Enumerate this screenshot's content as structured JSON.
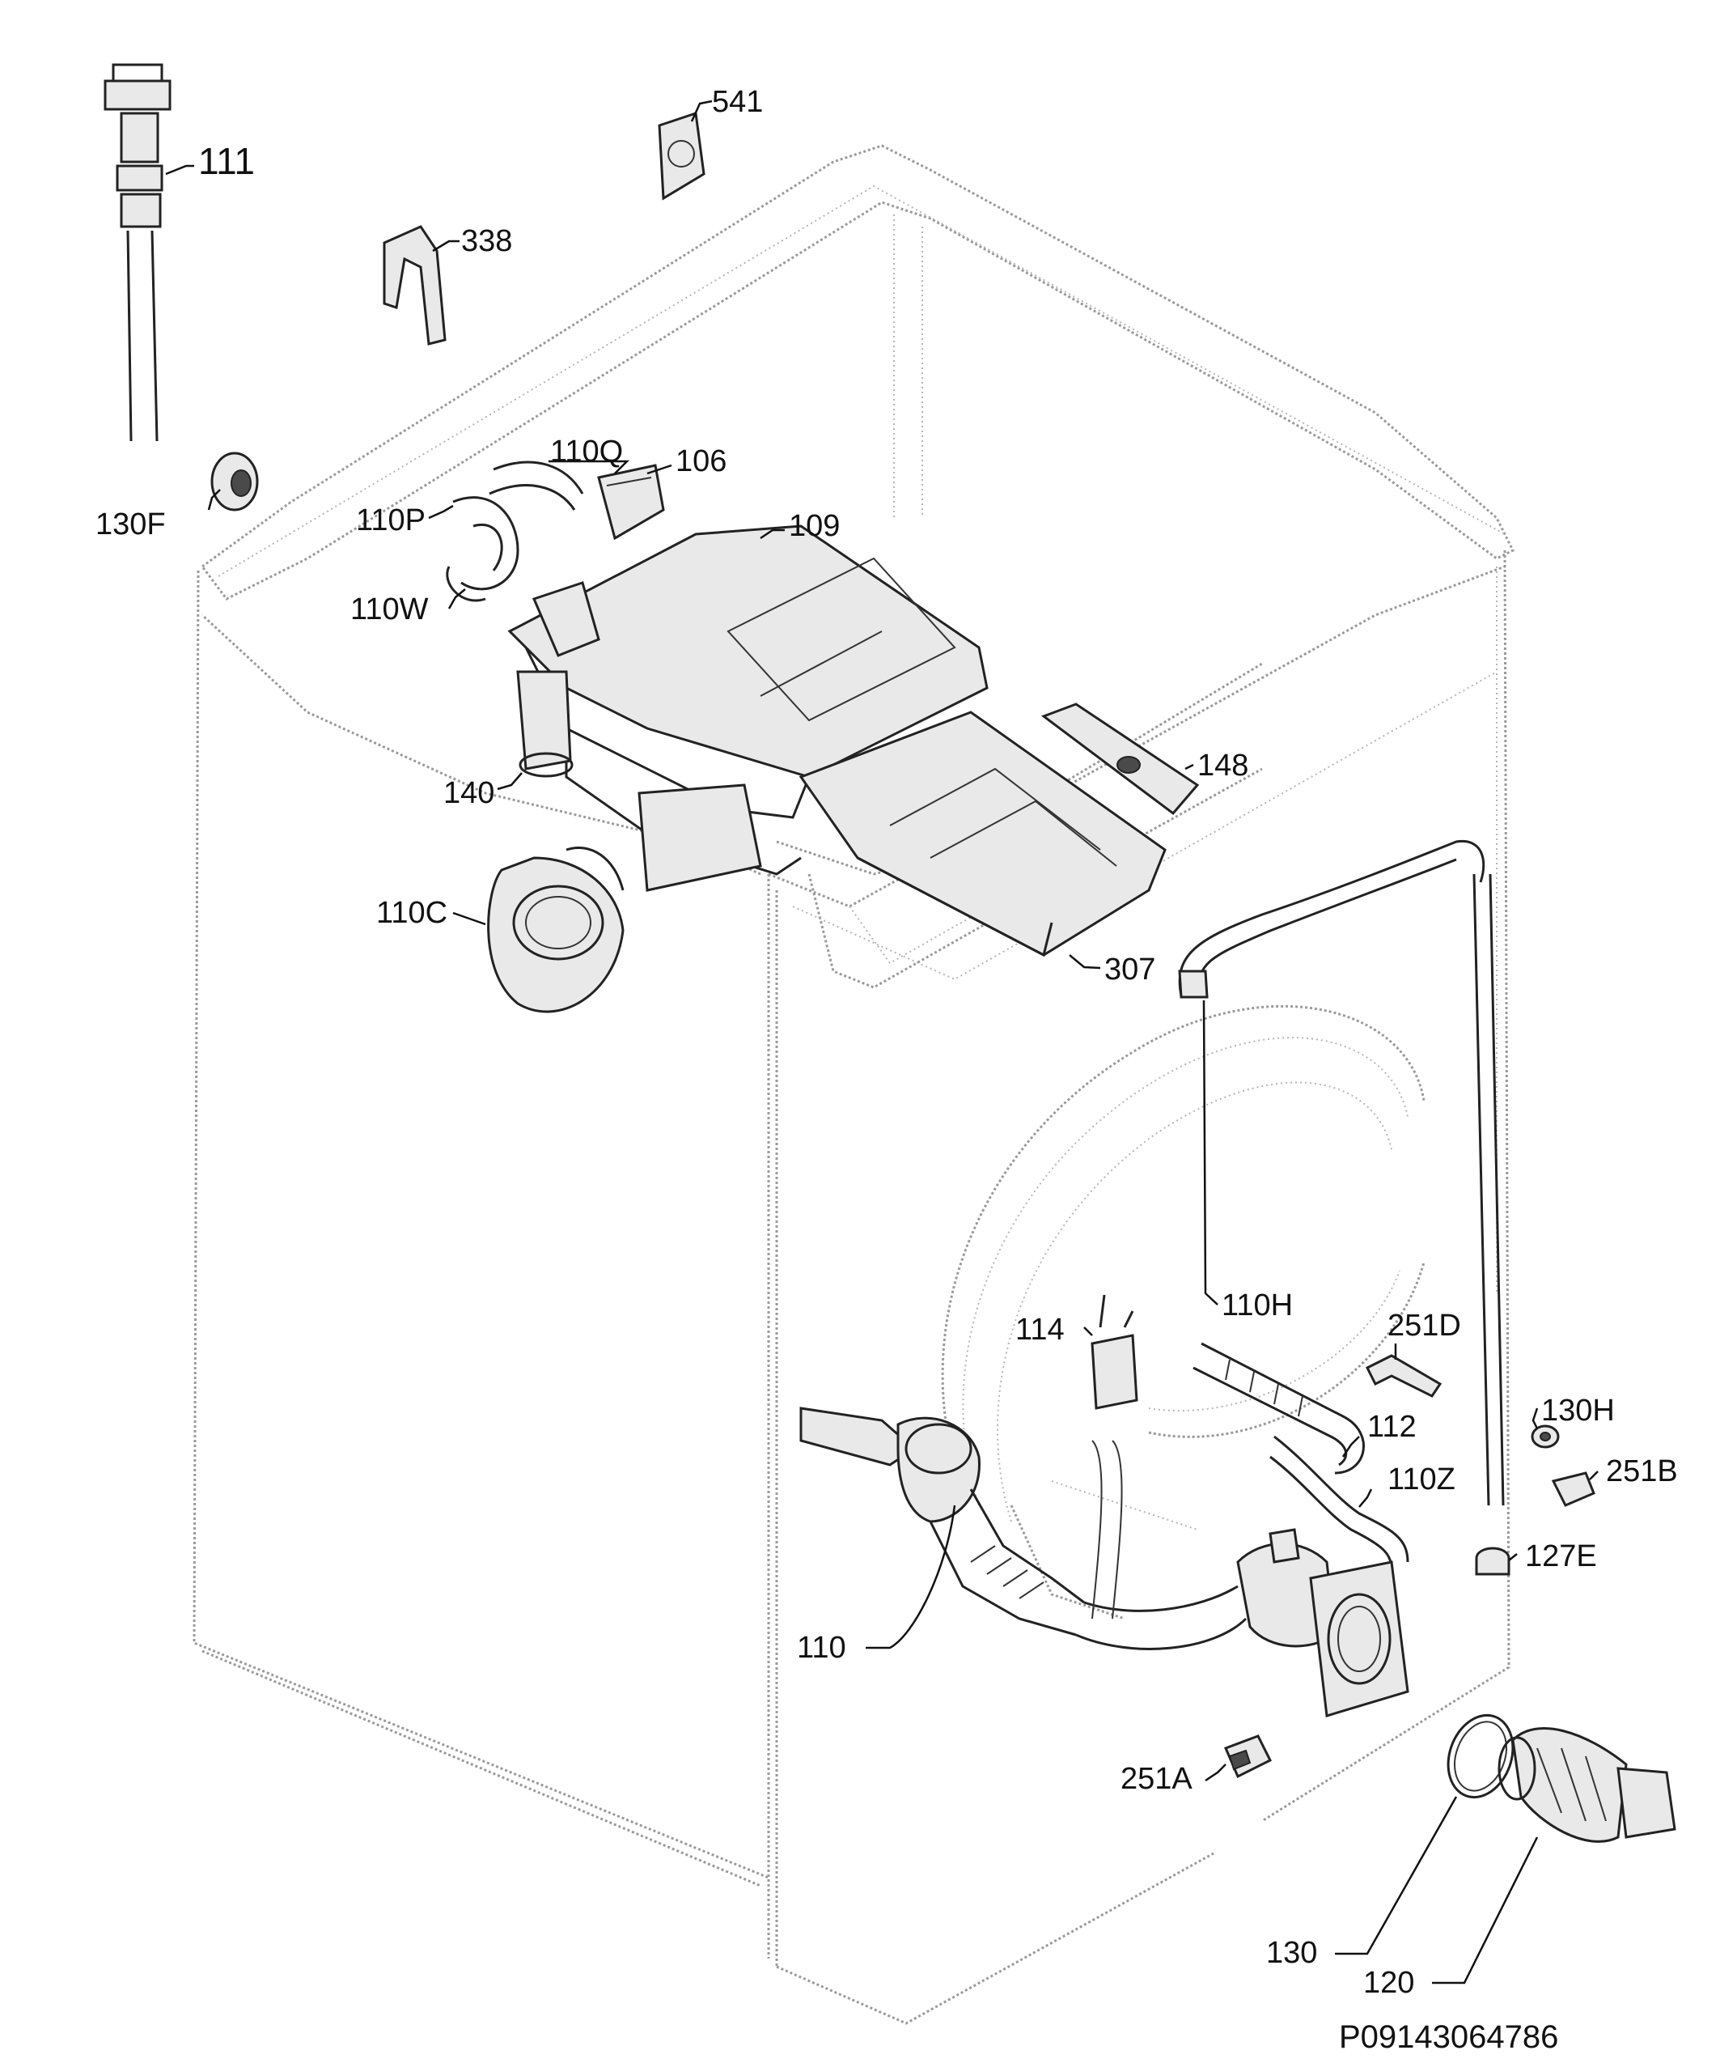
{
  "diagram": {
    "reference": "P09143064786",
    "callouts": {
      "c111": "111",
      "c541": "541",
      "c338": "338",
      "c130F": "130F",
      "c110Q": "110Q",
      "c106": "106",
      "c110P": "110P",
      "c109": "109",
      "c110W": "110W",
      "c140": "140",
      "c148": "148",
      "c110C": "110C",
      "c307": "307",
      "c110H": "110H",
      "c114": "114",
      "c251D": "251D",
      "c130H": "130H",
      "c112": "112",
      "c251B": "251B",
      "c110Z": "110Z",
      "c127E": "127E",
      "c110": "110",
      "c251A": "251A",
      "c130": "130",
      "c120": "120"
    }
  }
}
